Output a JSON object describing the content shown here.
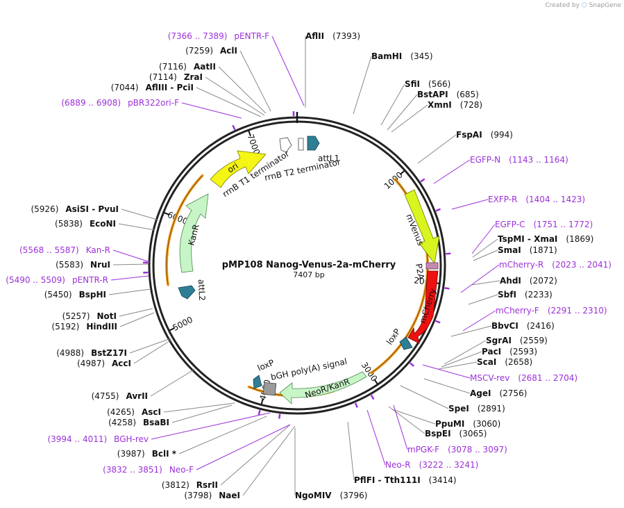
{
  "watermark": {
    "created_by": "Created by",
    "brand": "SnapGene"
  },
  "plasmid": {
    "name": "pMP108 Nanog-Venus-2a-mCherry",
    "size": "7407 bp",
    "length": 7407
  },
  "colors": {
    "enzyme": "#111111",
    "primer": "#9b30d9",
    "leader": "#888888",
    "primer_leader": "#a84fe0",
    "orange": "#f0a830",
    "ori": "#f5f516",
    "kanr": "#c8f5c8",
    "venus": "#d8f520",
    "mcherry": "#ee1111",
    "teal": "#2e7f96"
  },
  "ticks": [
    {
      "pos": 1000,
      "label": "1000"
    },
    {
      "pos": 2000,
      "label": "2000"
    },
    {
      "pos": 3000,
      "label": "3000"
    },
    {
      "pos": 4000,
      "label": "4000"
    },
    {
      "pos": 5000,
      "label": "5000"
    },
    {
      "pos": 6000,
      "label": "6000"
    },
    {
      "pos": 7000,
      "label": "7000"
    }
  ],
  "features": {
    "ori": "ori",
    "kanr": "KanR",
    "mvenus": "mVenus",
    "p2a": "P2A",
    "mcherry": "mCherry",
    "loxp_right": "loxP",
    "loxp_bottom": "loxP",
    "bgh": "bGH poly(A) signal",
    "neokan": "NeoR/KanR",
    "attl1": "attL1",
    "attl2": "attL2",
    "rrnb_t1": "rrnB T1 terminator",
    "rrnb_t2": "rrnB T2 terminator"
  },
  "labels": [
    {
      "name": "pENTR-F",
      "pos": "(7366 .. 7389)",
      "primer": true
    },
    {
      "name": "AflII",
      "pos": "(7393)",
      "primer": false
    },
    {
      "name": "AclI",
      "pos": "(7259)",
      "primer": false
    },
    {
      "name": "BamHI",
      "pos": "(345)",
      "primer": false
    },
    {
      "name": "AatII",
      "pos": "(7116)",
      "primer": false
    },
    {
      "name": "ZraI",
      "pos": "(7114)",
      "primer": false
    },
    {
      "name": "AflIII - PciI",
      "pos": "(7044)",
      "primer": false
    },
    {
      "name": "SfiI",
      "pos": "(566)",
      "primer": false
    },
    {
      "name": "BstAPI",
      "pos": "(685)",
      "primer": false
    },
    {
      "name": "XmnI",
      "pos": "(728)",
      "primer": false
    },
    {
      "name": "pBR322ori-F",
      "pos": "(6889 .. 6908)",
      "primer": true
    },
    {
      "name": "FspAI",
      "pos": "(994)",
      "primer": false
    },
    {
      "name": "EGFP-N",
      "pos": "(1143 .. 1164)",
      "primer": true
    },
    {
      "name": "EXFP-R",
      "pos": "(1404 .. 1423)",
      "primer": true
    },
    {
      "name": "AsiSI - PvuI",
      "pos": "(5926)",
      "primer": false
    },
    {
      "name": "EcoNI",
      "pos": "(5838)",
      "primer": false
    },
    {
      "name": "EGFP-C",
      "pos": "(1751 .. 1772)",
      "primer": true
    },
    {
      "name": "TspMI - XmaI",
      "pos": "(1869)",
      "primer": false
    },
    {
      "name": "SmaI",
      "pos": "(1871)",
      "primer": false
    },
    {
      "name": "Kan-R",
      "pos": "(5568 .. 5587)",
      "primer": true
    },
    {
      "name": "mCherry-R",
      "pos": "(2023 .. 2041)",
      "primer": true
    },
    {
      "name": "NruI",
      "pos": "(5583)",
      "primer": false
    },
    {
      "name": "AhdI",
      "pos": "(2072)",
      "primer": false
    },
    {
      "name": "pENTR-R",
      "pos": "(5490 .. 5509)",
      "primer": true
    },
    {
      "name": "SbfI",
      "pos": "(2233)",
      "primer": false
    },
    {
      "name": "BspHI",
      "pos": "(5450)",
      "primer": false
    },
    {
      "name": "mCherry-F",
      "pos": "(2291 .. 2310)",
      "primer": true
    },
    {
      "name": "NotI",
      "pos": "(5257)",
      "primer": false
    },
    {
      "name": "BbvCI",
      "pos": "(2416)",
      "primer": false
    },
    {
      "name": "HindIII",
      "pos": "(5192)",
      "primer": false
    },
    {
      "name": "SgrAI",
      "pos": "(2559)",
      "primer": false
    },
    {
      "name": "PacI",
      "pos": "(2593)",
      "primer": false
    },
    {
      "name": "BstZ17I",
      "pos": "(4988)",
      "primer": false
    },
    {
      "name": "ScaI",
      "pos": "(2658)",
      "primer": false
    },
    {
      "name": "AccI",
      "pos": "(4987)",
      "primer": false
    },
    {
      "name": "MSCV-rev",
      "pos": "(2681 .. 2704)",
      "primer": true
    },
    {
      "name": "AgeI",
      "pos": "(2756)",
      "primer": false
    },
    {
      "name": "AvrII",
      "pos": "(4755)",
      "primer": false
    },
    {
      "name": "SpeI",
      "pos": "(2891)",
      "primer": false
    },
    {
      "name": "AscI",
      "pos": "(4265)",
      "primer": false
    },
    {
      "name": "BsaBI",
      "pos": "(4258)",
      "primer": false
    },
    {
      "name": "PpuMI",
      "pos": "(3060)",
      "primer": false
    },
    {
      "name": "BspEI",
      "pos": "(3065)",
      "primer": false
    },
    {
      "name": "BGH-rev",
      "pos": "(3994 .. 4011)",
      "primer": true
    },
    {
      "name": "mPGK-F",
      "pos": "(3078 .. 3097)",
      "primer": true
    },
    {
      "name": "BclI *",
      "pos": "(3987)",
      "primer": false
    },
    {
      "name": "Neo-R",
      "pos": "(3222 .. 3241)",
      "primer": true
    },
    {
      "name": "Neo-F",
      "pos": "(3832 .. 3851)",
      "primer": true
    },
    {
      "name": "PflFI - Tth111I",
      "pos": "(3414)",
      "primer": false
    },
    {
      "name": "RsrII",
      "pos": "(3812)",
      "primer": false
    },
    {
      "name": "NaeI",
      "pos": "(3798)",
      "primer": false
    },
    {
      "name": "NgoMIV",
      "pos": "(3796)",
      "primer": false
    }
  ]
}
